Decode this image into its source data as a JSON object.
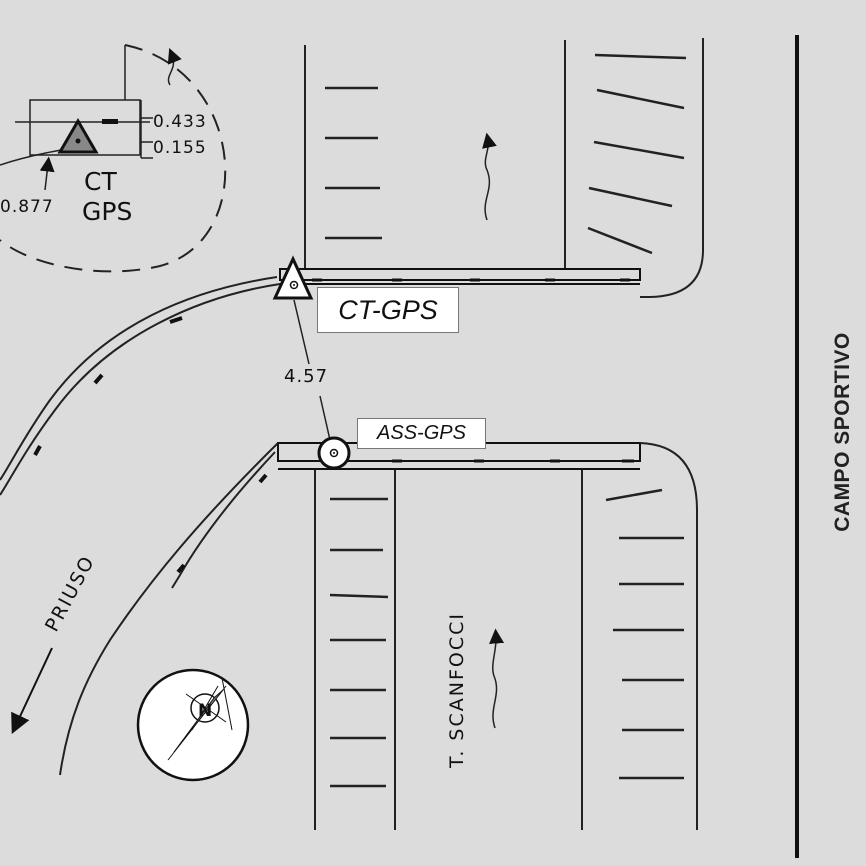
{
  "detail_inset": {
    "station_label_line1": "CT",
    "station_label_line2": "GPS",
    "dim_top": "0.433",
    "dim_bottom": "0.155",
    "dim_left": "0.877"
  },
  "distance_label": "4.57",
  "markers": {
    "ct_gps": "CT-GPS",
    "ass_gps": "ASS-GPS"
  },
  "street_labels": {
    "road_left": "PRIUSO",
    "road_middle": "T. SCANFOCCI",
    "sports_field": "CAMPO SPORTIVO"
  },
  "compass": {
    "north_letter": "N"
  },
  "colors": {
    "background": "#dcdcdc",
    "ink": "#111111",
    "label_box": "#ffffff"
  }
}
